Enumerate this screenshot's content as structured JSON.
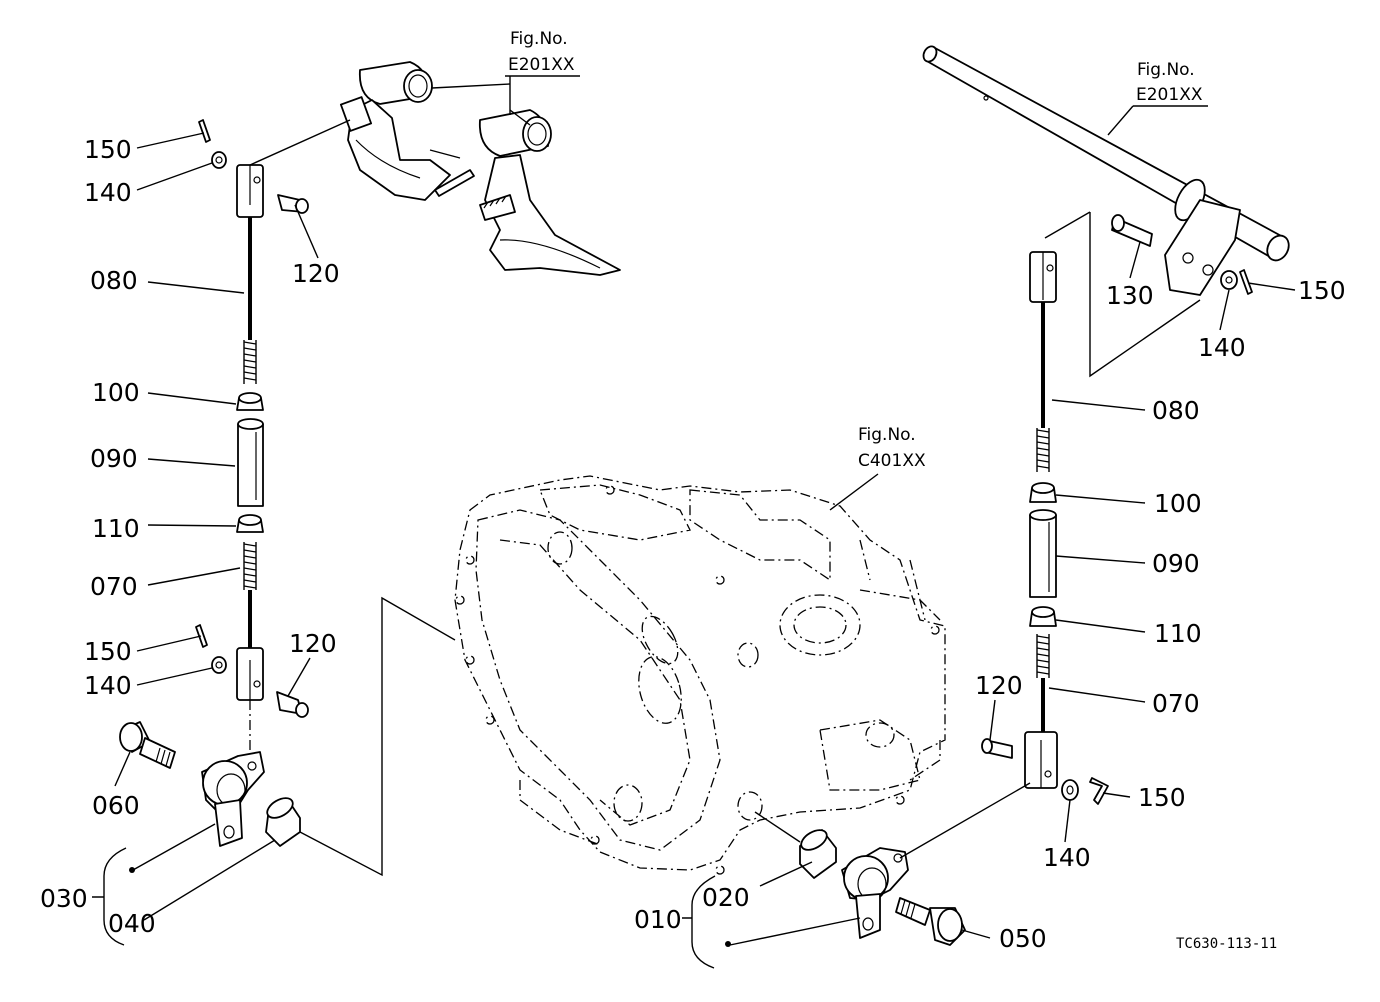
{
  "figure_refs": {
    "left_pedal": {
      "line1": "Fig.No.",
      "line2": "E201XX"
    },
    "right_shaft": {
      "line1": "Fig.No.",
      "line2": "E201XX"
    },
    "housing": {
      "line1": "Fig.No.",
      "line2": "C401XX"
    }
  },
  "labels": {
    "l150a": "150",
    "l140a": "140",
    "l120a": "120",
    "l080a": "080",
    "l100a": "100",
    "l090a": "090",
    "l110a": "110",
    "l070a": "070",
    "l150b": "150",
    "l140b": "140",
    "l120b": "120",
    "l060": "060",
    "l030": "030",
    "l040": "040",
    "r130": "130",
    "r150a": "150",
    "r140a": "140",
    "r080": "080",
    "r100": "100",
    "r090": "090",
    "r110": "110",
    "r120": "120",
    "r070": "070",
    "r150b": "150",
    "r140b": "140",
    "r020": "020",
    "r010": "010",
    "r050": "050"
  },
  "drawing_code": "TC630-113-11"
}
